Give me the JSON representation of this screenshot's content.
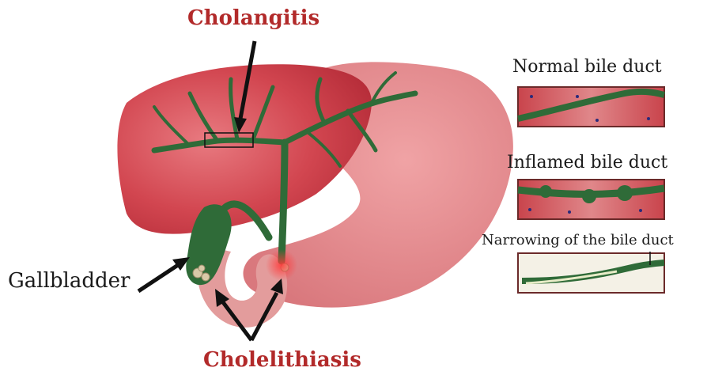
{
  "labels": {
    "cholangitis": "Cholangitis",
    "gallbladder": "Gallbladder",
    "cholelithiasis": "Cholelithiasis",
    "normal_duct": "Normal bile duct",
    "inflamed_duct": "Inflamed bile duct",
    "narrowing_duct": "Narrowing of the bile duct"
  },
  "colors": {
    "accent_red": "#b22a2a",
    "liver_dark": "#c83d46",
    "liver_light": "#e0868a",
    "duct_green": "#2f6b38",
    "panel_border": "#6b2a2a",
    "stone": "#d9c9a8"
  },
  "icons": [
    "arrow-icon",
    "stone-icon"
  ]
}
